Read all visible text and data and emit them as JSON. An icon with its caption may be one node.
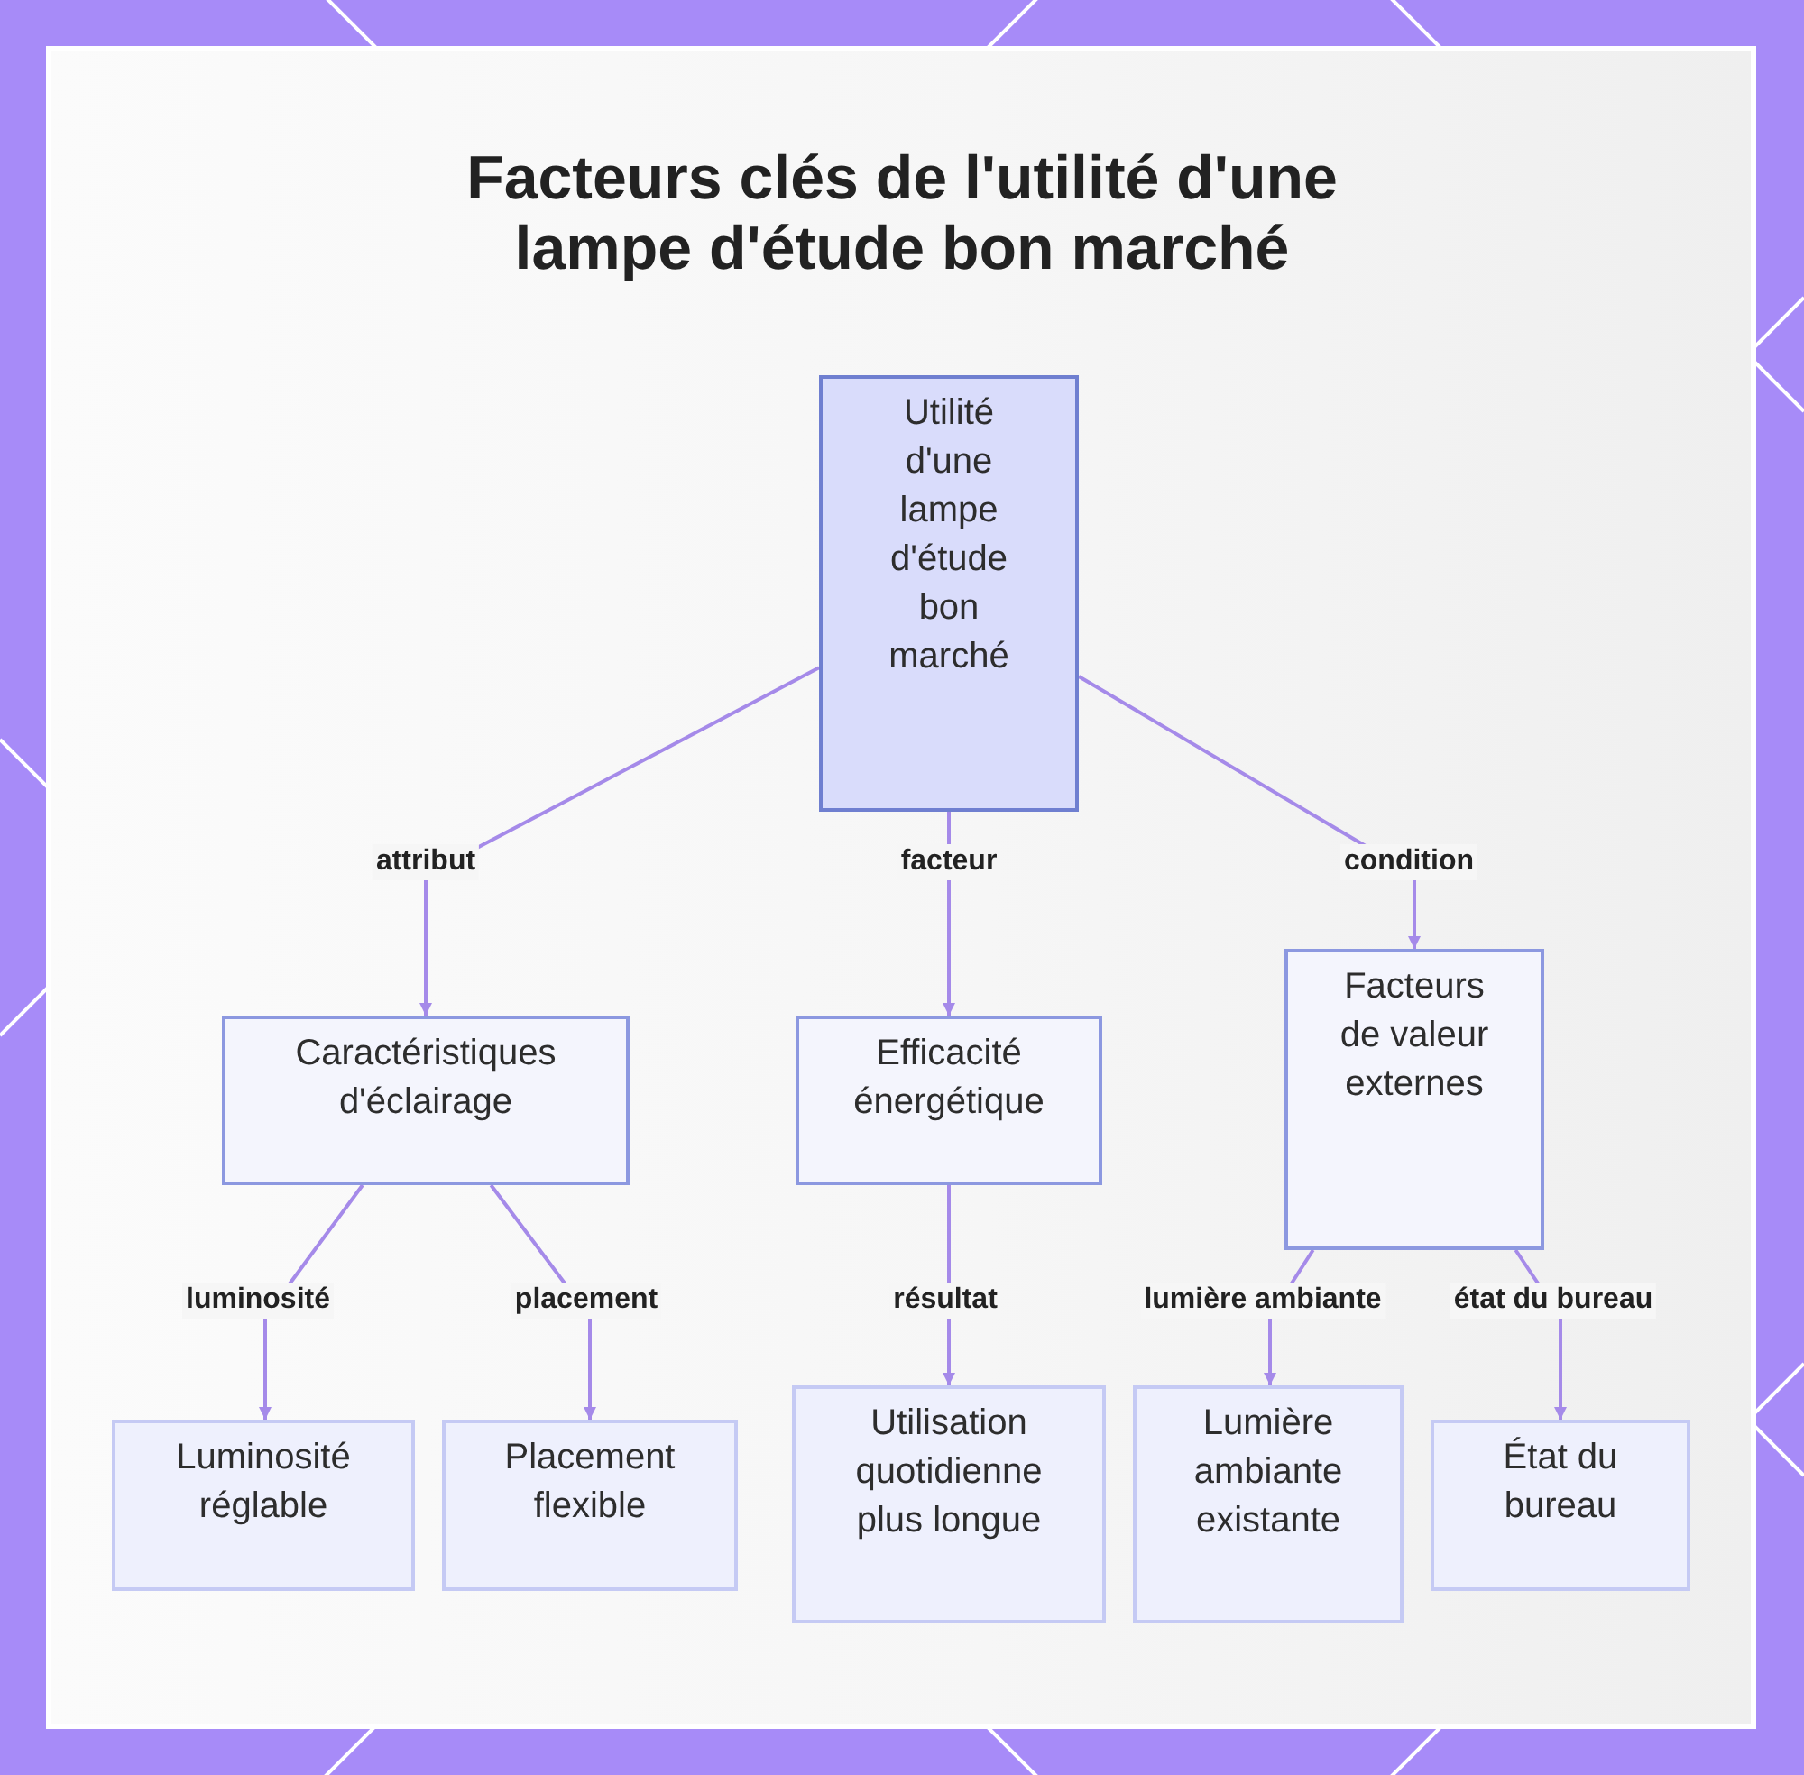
{
  "diagram": {
    "title": "Facteurs clés de l'utilité d'une lampe d'étude bon marché",
    "nodes": [
      {
        "text": [
          "Utilité d'une lampe d'étude bon marché"
        ]
      },
      {
        "text": [
          "Caractéristiques d'éclairage"
        ]
      },
      {
        "text": [
          "Efficacité énergétique"
        ]
      },
      {
        "text": [
          "Facteurs de valeur externes"
        ]
      },
      {
        "text": [
          "Luminosité réglable"
        ]
      },
      {
        "text": [
          "Placement flexible"
        ]
      },
      {
        "text": [
          "Utilisation quotidienne plus longue"
        ]
      },
      {
        "text": [
          "Lumière ambiante existante"
        ]
      },
      {
        "text": [
          "État du bureau"
        ]
      }
    ],
    "edges": [
      {
        "from": 0,
        "to": 1,
        "arrow": "to",
        "label": "attribut"
      },
      {
        "from": 0,
        "to": 2,
        "arrow": "to",
        "label": "facteur"
      },
      {
        "from": 0,
        "to": 3,
        "arrow": "to",
        "label": "condition"
      },
      {
        "from": 1,
        "to": 4,
        "arrow": "to",
        "label": "luminosité"
      },
      {
        "from": 1,
        "to": 5,
        "arrow": "to",
        "label": "placement"
      },
      {
        "from": 2,
        "to": 6,
        "arrow": "to",
        "label": "résultat"
      },
      {
        "from": 3,
        "to": 7,
        "arrow": "to",
        "label": "lumière ambiante"
      },
      {
        "from": 3,
        "to": 8,
        "arrow": "to",
        "label": "état du bureau"
      }
    ]
  }
}
